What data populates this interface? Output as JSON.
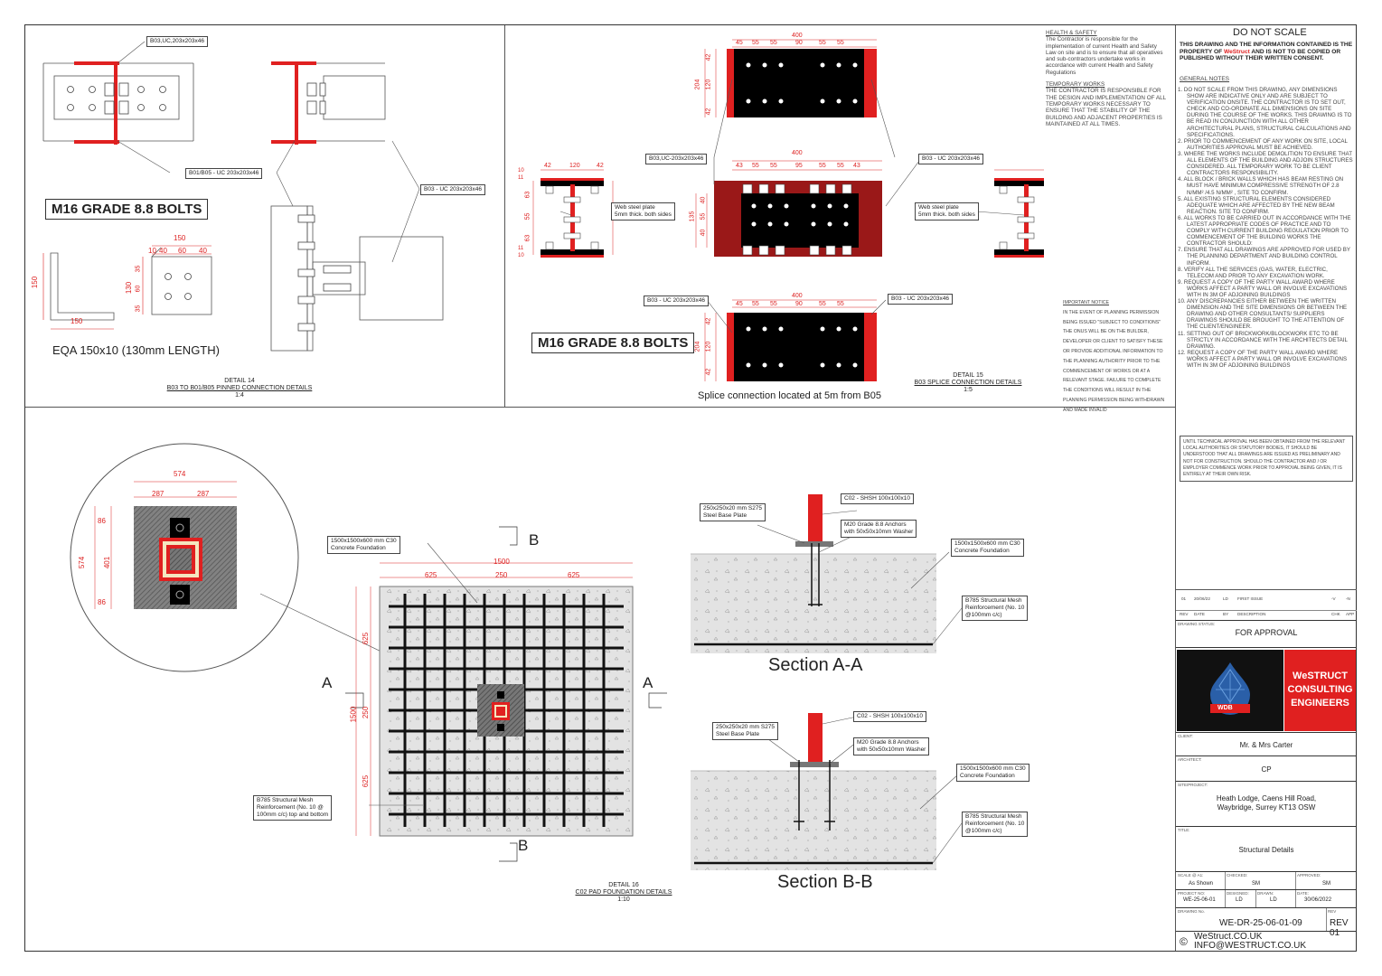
{
  "detail14": {
    "label_b03_top": "B03,UC,203x203x46",
    "label_b01b05": "B01/B05 - UC 203x203x46",
    "label_b03_right": "B03 - UC 203x203x46",
    "bolts": "M16 GRADE 8.8 BOLTS",
    "angle_caption": "EQA 150x10 (130mm LENGTH)",
    "dims": {
      "top": "150",
      "d10": "10",
      "d40": "40",
      "d60": "60",
      "d40b": "40",
      "left": "150",
      "bottom": "150",
      "h130": "130",
      "h35a": "35",
      "h60": "60",
      "h35b": "35"
    },
    "title": "DETAIL 14",
    "subtitle": "B03 TO B01/B05 PINNED CONNECTION DETAILS",
    "scale": "1:4"
  },
  "detail15": {
    "top_dims": {
      "total": "400",
      "a": "45",
      "b": "55",
      "c": "55",
      "d": "90",
      "e": "55",
      "f": "55",
      "h": "204",
      "h1": "42",
      "h2": "120",
      "h3": "42"
    },
    "mid_dims": {
      "total": "400",
      "a": "43",
      "b": "55",
      "c": "55",
      "d": "95",
      "e": "55",
      "f": "55",
      "g": "43",
      "h": "135",
      "h1": "40",
      "h2": "55",
      "h3": "40"
    },
    "bot_dims": {
      "total": "400",
      "a": "45",
      "b": "55",
      "c": "55",
      "d": "90",
      "e": "55",
      "f": "55",
      "h": "204",
      "h1": "42",
      "h2": "120",
      "h3": "42"
    },
    "side_dims": {
      "w1": "42",
      "w2": "120",
      "w3": "42",
      "t1": "10",
      "t2": "11",
      "v1": "63",
      "v2": "55",
      "v3": "63",
      "b1": "11",
      "b2": "10"
    },
    "label_uc_left": "B03,UC-203x203x46",
    "label_uc_right": "B03 - UC 203x203x46",
    "label_bot_left": "B03 - UC 203x203x46",
    "label_bot_right": "B03 - UC 203x203x46",
    "web_plate": "Web steel plate\n5mm thick. both sides",
    "bolts": "M16 GRADE 8.8 BOLTS",
    "splice_note": "Splice connection located at 5m from B05",
    "title": "DETAIL 15",
    "subtitle": "B03 SPLICE CONNECTION DETAILS",
    "scale": "1:5"
  },
  "hs": {
    "title": "HEALTH & SAFETY",
    "body": "The Contractor is responsible for the implementation of current Health and Safety Law on site and is to ensure that all operatives and sub-contractors undertake works in accordance with current Health and Safety Regulations",
    "tw_title": "TEMPORARY WORKS",
    "tw_body": "THE CONTRACTOR IS RESPONSIBLE FOR THE DESIGN AND IMPLEMENTATION OF ALL TEMPORARY WORKS NECESSARY TO ENSURE THAT THE STABILITY OF THE BUILDING AND ADJACENT PROPERTIES IS MAINTAINED AT ALL TIMES.",
    "imp_title": "IMPORTANT NOTICE",
    "imp_body": "IN THE EVENT OF PLANNING PERMISSION BEING ISSUED \"SUBJECT TO CONDITIONS\" THE ONUS WILL BE ON THE BUILDER, DEVELOPER OR CLIENT TO SATISFY THESE OR PROVIDE ADDITIONAL INFORMATION TO THE PLANNING AUTHORITY PRIOR TO THE COMMENCEMENT OF WORKS OR AT A RELEVANT STAGE. FAILURE TO COMPLETE THE CONDITIONS WILL RESULT IN THE PLANNING PERMISSION BEING WITHDRAWN AND MADE INVALID"
  },
  "detail16": {
    "zoom_dims": {
      "w": "574",
      "h1": "287",
      "h2": "287",
      "v": "574",
      "v1": "86",
      "v2": "401",
      "v3": "86"
    },
    "label_conc": "1500x1500x600 mm C30\nConcrete Foundation",
    "label_mesh": "B785 Structural Mesh\nReinforcement (No. 10 @\n100mm c/c) top and bottom",
    "plan_dims": {
      "w": "1500",
      "a": "625",
      "b": "250",
      "c": "625",
      "h": "1500",
      "v1": "625",
      "v2": "250",
      "v3": "625"
    },
    "mark_a": "A",
    "mark_b": "B",
    "title": "DETAIL 16",
    "subtitle": "C02 PAD FOUNDATION DETAILS",
    "scale": "1:10"
  },
  "sections": {
    "base_plate": "250x250x20 mm S275\nSteel Base Plate",
    "column": "C02 - SHSH 100x100x10",
    "anchors": "M20 Grade 8.8 Anchors\nwith 50x50x10mm Washer",
    "conc": "1500x1500x600 mm C30\nConcrete Foundation",
    "mesh": "B785 Structural Mesh\nReinforcement (No. 10\n@100mm c/c)",
    "title_a": "Section A-A",
    "title_b": "Section B-B"
  },
  "side": {
    "do_not_scale": "DO NOT SCALE",
    "property1": "THIS DRAWING AND THE INFORMATION CONTAINED IS THE PROPERTY OF ",
    "brand": "WeStruct",
    "property2": " AND IS NOT TO BE COPIED OR PUBLISHED WITHOUT THEIR WRITTEN CONSENT.",
    "gen_title": "GENERAL NOTES",
    "notes": [
      "1.  DO NOT SCALE FROM THIS DRAWING, ANY DIMENSIONS SHOW ARE INDICATIVE ONLY AND ARE SUBJECT TO VERIFICATION ONSITE. THE CONTRACTOR IS TO SET OUT, CHECK AND CO-ORDINATE ALL DIMENSIONS ON SITE DURING THE COURSE OF THE WORKS. THIS DRAWING IS TO BE READ IN CONJUNCTION WITH ALL OTHER ARCHITECTURAL PLANS, STRUCTURAL CALCULATIONS AND SPECIFICATIONS.",
      "2.  PRIOR TO COMMENCEMENT OF ANY WORK ON SITE, LOCAL AUTHORITIES APPROVAL MUST BE ACHIEVED.",
      "3.  WHERE THE WORKS INCLUDE DEMOLITION TO ENSURE THAT ALL ELEMENTS OF THE BUILDING AND ADJOIN STRUCTURES CONSIDERED. ALL TEMPORARY WORK TO BE CLIENT CONTRACTORS RESPONSIBILITY.",
      "4.  ALL BLOCK / BRICK WALLS WHICH HAS BEAM RESTING ON MUST HAVE MINIMUM COMPRESSIVE STRENGTH OF 2.8 N/MM² /4.5 N/MM² , SITE TO CONFIRM.",
      "5.  ALL EXISTING STRUCTURAL ELEMENTS CONSIDERED ADEQUATE WHICH ARE AFFECTED BY THE NEW BEAM REACTION. SITE TO CONFIRM.",
      "6.  ALL WORKS TO BE CARRIED OUT IN ACCORDANCE WITH THE LATEST APPROPRIATE CODES OF PRACTICE AND TO COMPLY WITH CURRENT BUILDING REGULATION PRIOR TO COMMENCEMENT OF THE BUILDING WORKS THE CONTRACTOR SHOULD:",
      "7.  ENSURE THAT ALL DRAWINGS ARE APPROVED FOR USED BY THE PLANNING DEPARTMENT AND BUILDING CONTROL INFORM.",
      "8.  VERIFY ALL THE SERVICES (GAS, WATER, ELECTRIC, TELECOM AND PRIOR TO ANY EXCAVATION WORK.",
      "9.  REQUEST A COPY OF THE PARTY WALL AWARD WHERE WORKS AFFECT A PARTY WALL OR INVOLVE EXCAVATIONS WITH IN 3M OF ADJOINING BUILDINGS",
      "10. ANY DISCREPANCIES EITHER BETWEEN THE WRITTEN DIMENSION AND THE SITE DIMENSIONS OR BETWEEN THE DRAWING AND OTHER CONSULTANTS/ SUPPLIERS DRAWINGS SHOULD BE BROUGHT TO THE ATTENTION OF THE CLIENT/ENGINEER.",
      "11. SETTING OUT OF BRICKWORK/BLOCKWORK ETC TO BE STRICTLY IN ACCORDANCE WITH THE ARCHITECTS DETAIL DRAWING.",
      "12. REQUEST A COPY OF THE PARTY WALL AWARD WHERE WORKS AFFECT A PARTY WALL OR INVOLVE EXCAVATIONS WITH IN 3M OF ADJOINING BUILDINGS"
    ],
    "approval_note": "UNTIL TECHNICAL APPROVAL HAS BEEN OBTAINED FROM THE RELEVANT LOCAL AUTHORITIES OR STATUTORY BODIES, IT SHOULD BE UNDERSTOOD THAT ALL DRAWINGS ARE ISSUED AS PRELIMINARY AND NOT FOR CONSTRUCTION. SHOULD THE CONTRACTOR AND / OR EMPLOYER COMMENCE WORK PRIOR TO APPROVAL BEING GIVEN, IT IS ENTIRELY AT THEIR OWN RISK."
  },
  "revisions": {
    "row": {
      "rev": "01",
      "date": "20/06/22",
      "by": "LD",
      "desc": "FIRST ISSUE",
      "chk": "-V",
      "app": "-N"
    },
    "headers": {
      "rev": "REV",
      "date": "DATE",
      "by": "BY",
      "desc": "DESCRIPTION",
      "chk": "CHK",
      "app": "APP"
    }
  },
  "titleblock": {
    "status_label": "DRAWING STATUS:",
    "status": "FOR APPROVAL",
    "logo_text": "WDB",
    "company": "WeSTRUCT\nCONSULTING\nENGINEERS",
    "client_label": "CLIENT:",
    "client": "Mr. & Mrs Carter",
    "architect_label": "ARCHITECT:",
    "architect": "CP",
    "site_label": "SITE/PROJECT:",
    "site": "Heath Lodge, Caens Hill Road,\nWaybridge, Surrey KT13 OSW",
    "title_label": "TITLE:",
    "title": "Structural Details",
    "scale_label": "SCALE @ A1:",
    "scale": "As Shown",
    "checked_label": "CHECKED:",
    "checked": "SM",
    "approved_label": "APPROVED:",
    "approved": "SM",
    "project_label": "PROJECT NO:",
    "project": "WE-25-06-01",
    "designed_label": "DESIGNED:",
    "designed": "LD",
    "drawn_label": "DRAWN:",
    "drawn": "LD",
    "date_label": "DATE:",
    "date": "30/06/2022",
    "drawing_label": "DRAWING No.",
    "drawing": "WE-DR-25-06-01-09",
    "rev_label": "REV",
    "rev": "REV 01",
    "web": "WeStruct.CO.UK",
    "email": "INFO@WESTRUCT.CO.UK",
    "copy": "©"
  },
  "colors": {
    "steel": "#e02020",
    "dim": "#d22222",
    "black": "#000000",
    "concrete": "#e3e3e3"
  }
}
